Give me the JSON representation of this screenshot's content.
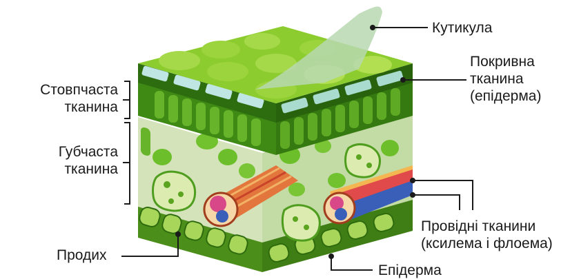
{
  "labels": {
    "cuticle": "Кутикула",
    "epidermis_top": "Покривна\nтканина\n(епідерма)",
    "palisade": "Стовпчаста\nтканина",
    "spongy": "Губчаста\nтканина",
    "vascular": "Провідні тканини\n(ксилема і флоема)",
    "stoma": "Продих",
    "epidermis_bottom": "Епідерма"
  },
  "colors": {
    "top_surface": "#8ccc2e",
    "cuticle_film": "#b7d8b0",
    "epidermis_cells": "#bfe6e2",
    "palisade": "#4f9d1e",
    "spongy_bg": "#cfe0b2",
    "xylem": "#d9572f",
    "phloem": "#3a5fb8",
    "leader_line": "#1a1a1a"
  }
}
